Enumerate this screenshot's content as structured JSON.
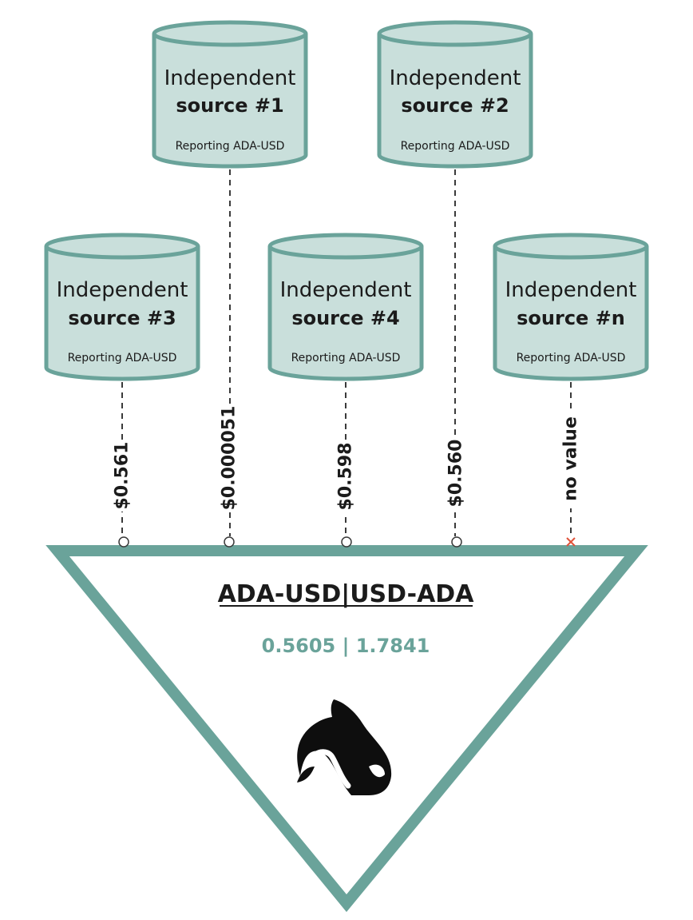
{
  "colors": {
    "teal": "#6aa39a",
    "teal_fill": "#c9dfdb",
    "teal_dark": "#5d978e",
    "error_red": "#e0533a",
    "text": "#1b1b1b"
  },
  "sources": [
    {
      "title": "Independent",
      "name": "source #1",
      "subtitle": "Reporting ADA-USD"
    },
    {
      "title": "Independent",
      "name": "source #2",
      "subtitle": "Reporting ADA-USD"
    },
    {
      "title": "Independent",
      "name": "source #3",
      "subtitle": "Reporting ADA-USD"
    },
    {
      "title": "Independent",
      "name": "source #4",
      "subtitle": "Reporting ADA-USD"
    },
    {
      "title": "Independent",
      "name": "source #n",
      "subtitle": "Reporting ADA-USD"
    }
  ],
  "values": {
    "source_3": "$0.561",
    "source_1": "$0.000051",
    "source_4": "$0.598",
    "source_2": "$0.560",
    "source_n": "no value"
  },
  "aggregator": {
    "pair": "ADA-USD|USD-ADA",
    "rates": "0.5605 | 1.7841",
    "icon": "orca-whale-icon"
  }
}
